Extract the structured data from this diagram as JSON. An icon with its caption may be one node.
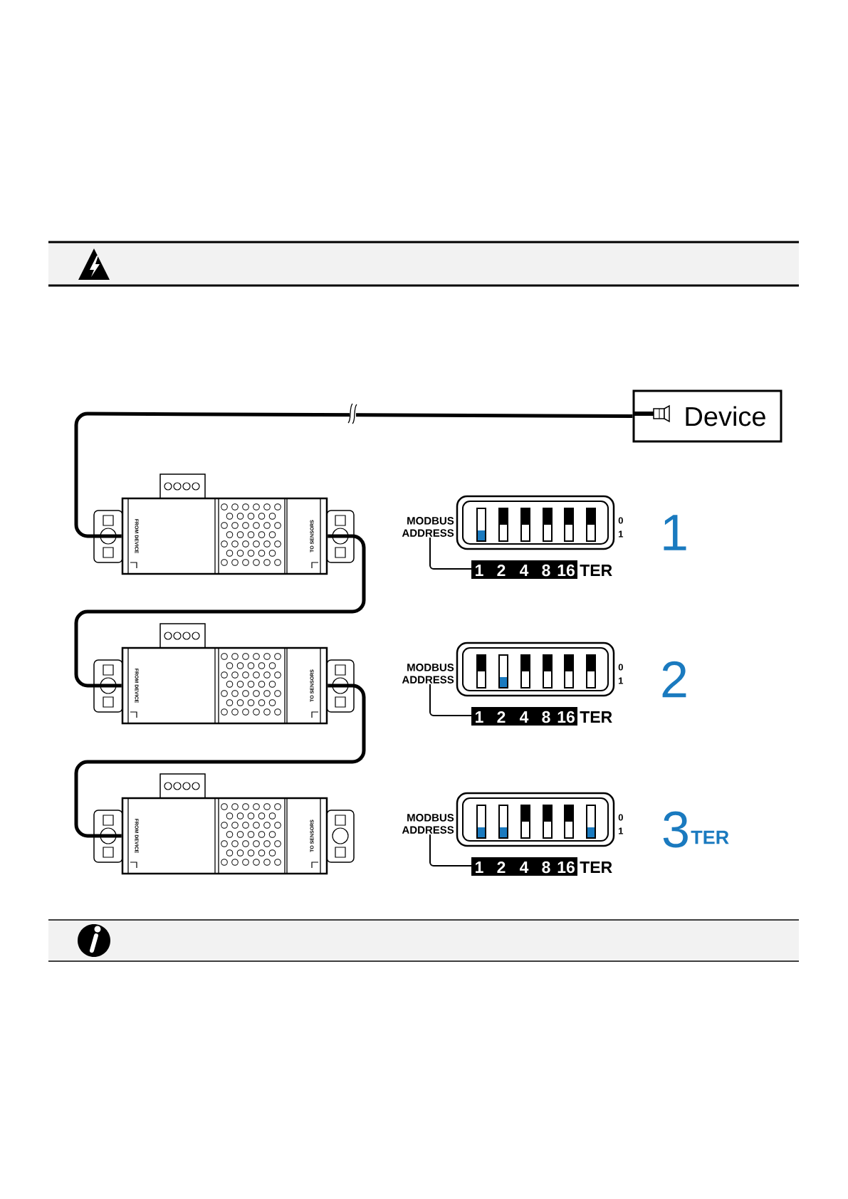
{
  "diagram": {
    "nodes": [
      {
        "text": [
          "Device"
        ]
      },
      {
        "text": [
          "FROM DEVICE",
          "TO SENSORS"
        ]
      },
      {
        "text": [
          "FROM DEVICE",
          "TO SENSORS"
        ]
      },
      {
        "text": [
          "FROM DEVICE",
          "TO SENSORS"
        ]
      }
    ],
    "edges": [
      {
        "from": 0,
        "to": 1,
        "arrow": "none"
      },
      {
        "from": 1,
        "to": 2,
        "arrow": "none"
      },
      {
        "from": 2,
        "to": 3,
        "arrow": "none"
      }
    ],
    "labels": [
      "MODBUS ADDRESS",
      "0",
      "1",
      "1",
      "2",
      "4",
      "8",
      "16",
      "TER",
      "1",
      "MODBUS ADDRESS",
      "0",
      "1",
      "1",
      "2",
      "4",
      "8",
      "16",
      "TER",
      "2",
      "MODBUS ADDRESS",
      "0",
      "1",
      "1",
      "2",
      "4",
      "8",
      "16",
      "TER",
      "3",
      "TER"
    ]
  }
}
